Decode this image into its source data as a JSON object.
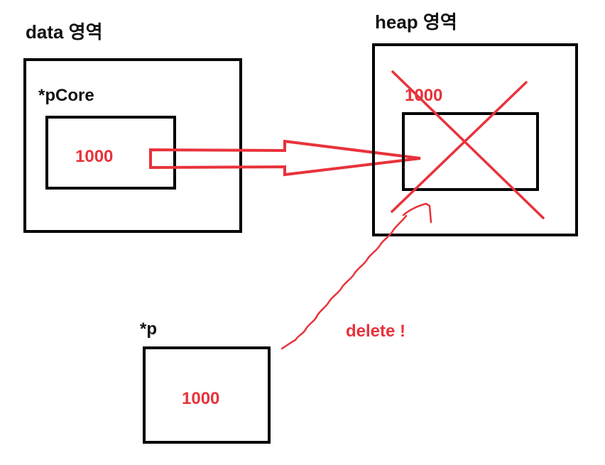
{
  "colors": {
    "ink": "#000000",
    "accent": "#e8323a"
  },
  "data_area": {
    "title": "data 영역",
    "pointer_label": "*pCore",
    "value": "1000"
  },
  "heap_area": {
    "title": "heap 영역",
    "value": "1000",
    "status": "deleted (red X)"
  },
  "pointer_p": {
    "label": "*p",
    "value": "1000"
  },
  "annotation": {
    "text": "delete !"
  }
}
